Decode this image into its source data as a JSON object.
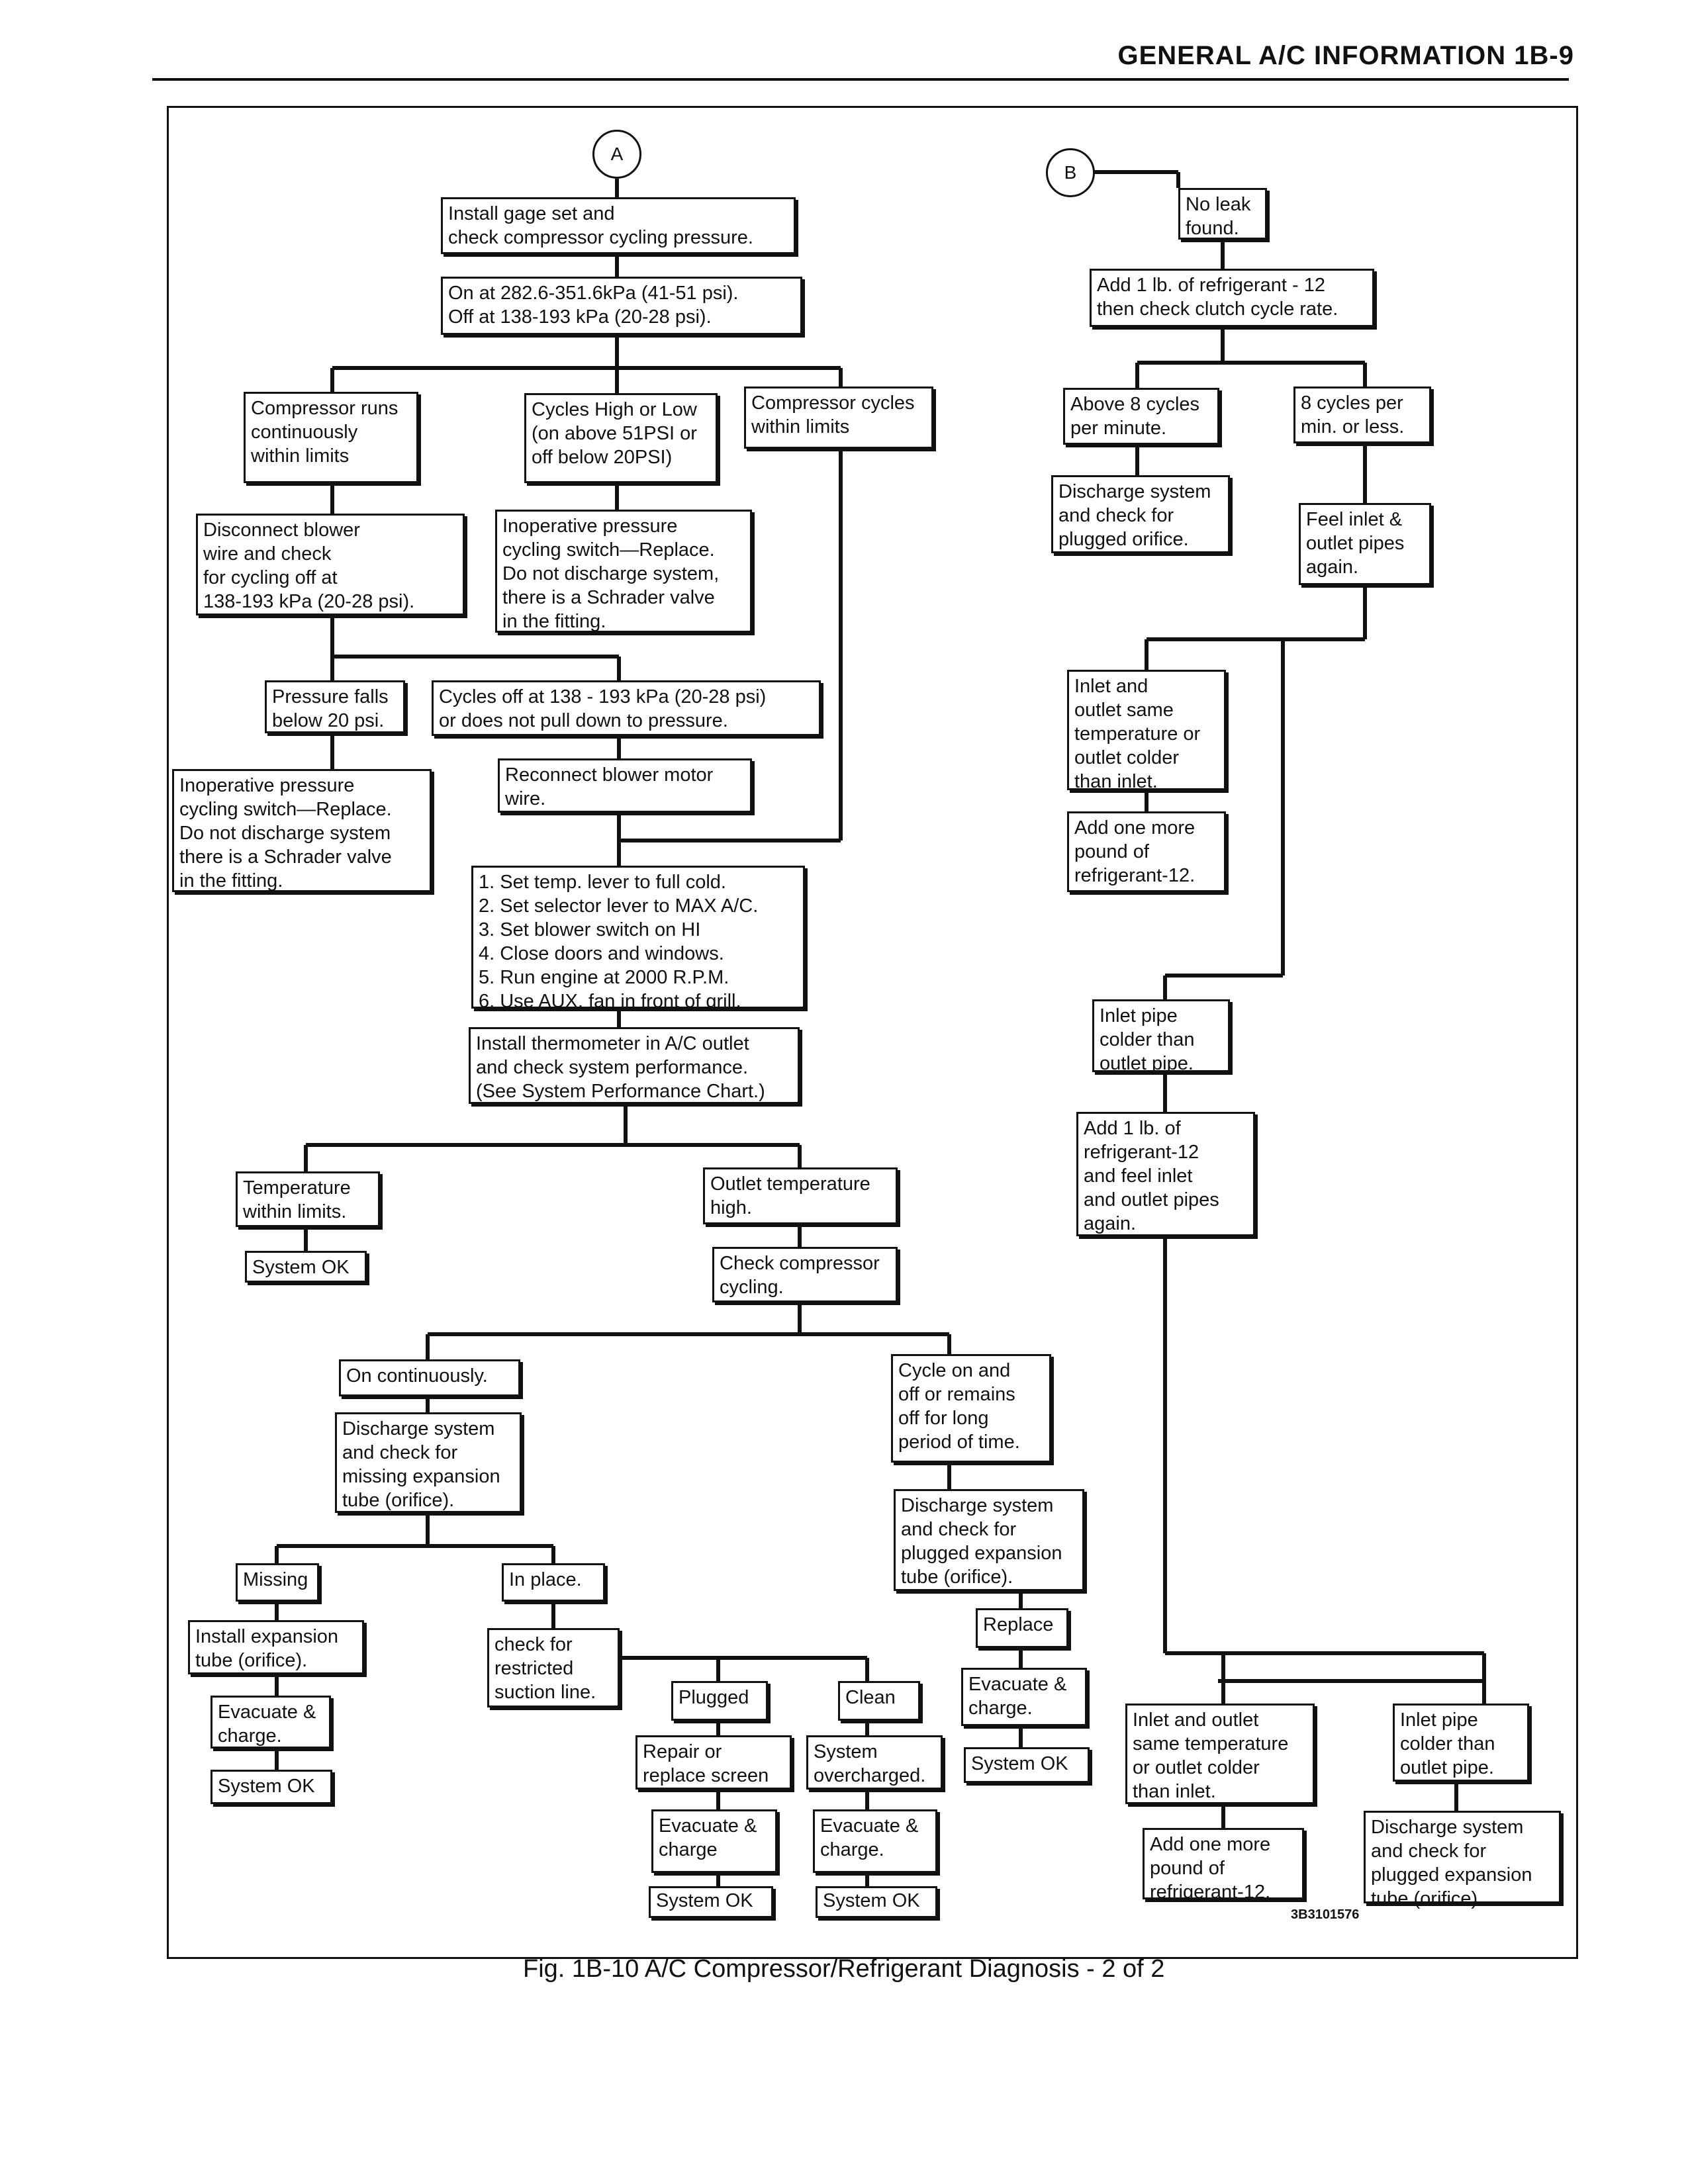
{
  "header": {
    "title": "GENERAL A/C INFORMATION  1B-9"
  },
  "caption": "Fig. 1B-10 A/C Compressor/Refrigerant Diagnosis - 2 of 2",
  "code": "3B3101576",
  "connectors": {
    "a": "A",
    "b": "B"
  },
  "left": {
    "install_gage": "Install gage set and\ncheck compressor cycling pressure.",
    "on_off": "On at 282.6-351.6kPa (41-51 psi).\nOff at 138-193 kPa (20-28 psi).",
    "runs_continuously": "Compressor runs\ncontinuously\nwithin limits",
    "cycles_high_low": "Cycles High or Low\n(on above 51PSI or\noff below 20PSI)",
    "cycles_within": "Compressor cycles\nwithin limits",
    "disconnect_blower": "Disconnect blower\nwire and check\nfor cycling off at\n138-193 kPa (20-28 psi).",
    "inop_switch_1": "Inoperative pressure\ncycling switch—Replace.\nDo not discharge system,\nthere is a Schrader valve\nin the fitting.",
    "pressure_falls": "Pressure falls\nbelow 20 psi.",
    "cycles_off_138": "Cycles off at 138 - 193 kPa (20-28 psi)\nor does not pull down to pressure.",
    "inop_switch_2": "Inoperative pressure\ncycling switch—Replace.\nDo not discharge system\nthere is a Schrader valve\nin the fitting.",
    "reconnect_blower": "Reconnect blower motor\nwire.",
    "steps": "1.  Set temp. lever to full cold.\n2.  Set selector lever to MAX A/C.\n3.  Set blower switch on HI\n4.  Close doors and windows.\n5.  Run engine at 2000 R.P.M.\n6.  Use AUX. fan in front of grill.",
    "install_thermometer": "Install thermometer in A/C outlet\nand check system performance.\n(See System Performance Chart.)",
    "temp_within": "Temperature\nwithin limits.",
    "system_ok_1": "System OK",
    "outlet_temp_high": "Outlet temperature\nhigh.",
    "check_cycling": "Check compressor\ncycling.",
    "on_continuously": "On continuously.",
    "discharge_missing": "Discharge system\nand check for\nmissing expansion\ntube (orifice).",
    "missing": "Missing",
    "in_place": "In place.",
    "install_expansion": "Install expansion\ntube (orifice).",
    "evacuate_1": "Evacuate &\ncharge.",
    "system_ok_2": "System OK",
    "check_restricted": "check for\nrestricted\nsuction line.",
    "plugged": "Plugged",
    "clean": "Clean",
    "repair_screen": "Repair or\nreplace screen",
    "system_overcharged": "System\novercharged.",
    "evacuate_2": "Evacuate &\ncharge",
    "evacuate_3": "Evacuate &\ncharge.",
    "system_ok_3": "System OK",
    "system_ok_4": "System OK",
    "cycle_on_off": "Cycle on and\noff or remains\noff for long\nperiod of time.",
    "discharge_plugged_exp": "Discharge system\nand check for\nplugged expansion\ntube (orifice).",
    "replace": "Replace",
    "evacuate_4": "Evacuate &\ncharge.",
    "system_ok_5": "System OK"
  },
  "right": {
    "no_leak": "No leak\nfound.",
    "add_1lb": "Add 1 lb. of refrigerant - 12\nthen check clutch cycle rate.",
    "above_8": "Above 8 cycles\nper minute.",
    "eight_or_less": "8 cycles per\nmin. or less.",
    "discharge_plugged_orifice": "Discharge system\nand check for\nplugged orifice.",
    "feel_inlet": "Feel inlet &\noutlet pipes\nagain.",
    "inlet_same_1": "Inlet and\noutlet same\ntemperature or\noutlet colder\nthan inlet.",
    "add_one_more_1": "Add one more\npound of\nrefrigerant-12.",
    "inlet_colder_1": "Inlet pipe\ncolder than\noutlet pipe.",
    "add_1lb_feel": "Add 1 lb. of\nrefrigerant-12\nand feel inlet\nand outlet pipes\nagain.",
    "inlet_same_2": "Inlet and outlet\nsame temperature\nor outlet colder\nthan inlet.",
    "inlet_colder_2": "Inlet pipe\ncolder than\noutlet pipe.",
    "add_one_more_2": "Add one more\npound of\nrefrigerant-12.",
    "discharge_plugged_exp2": "Discharge system\nand check for\nplugged expansion\ntube (orifice)."
  }
}
